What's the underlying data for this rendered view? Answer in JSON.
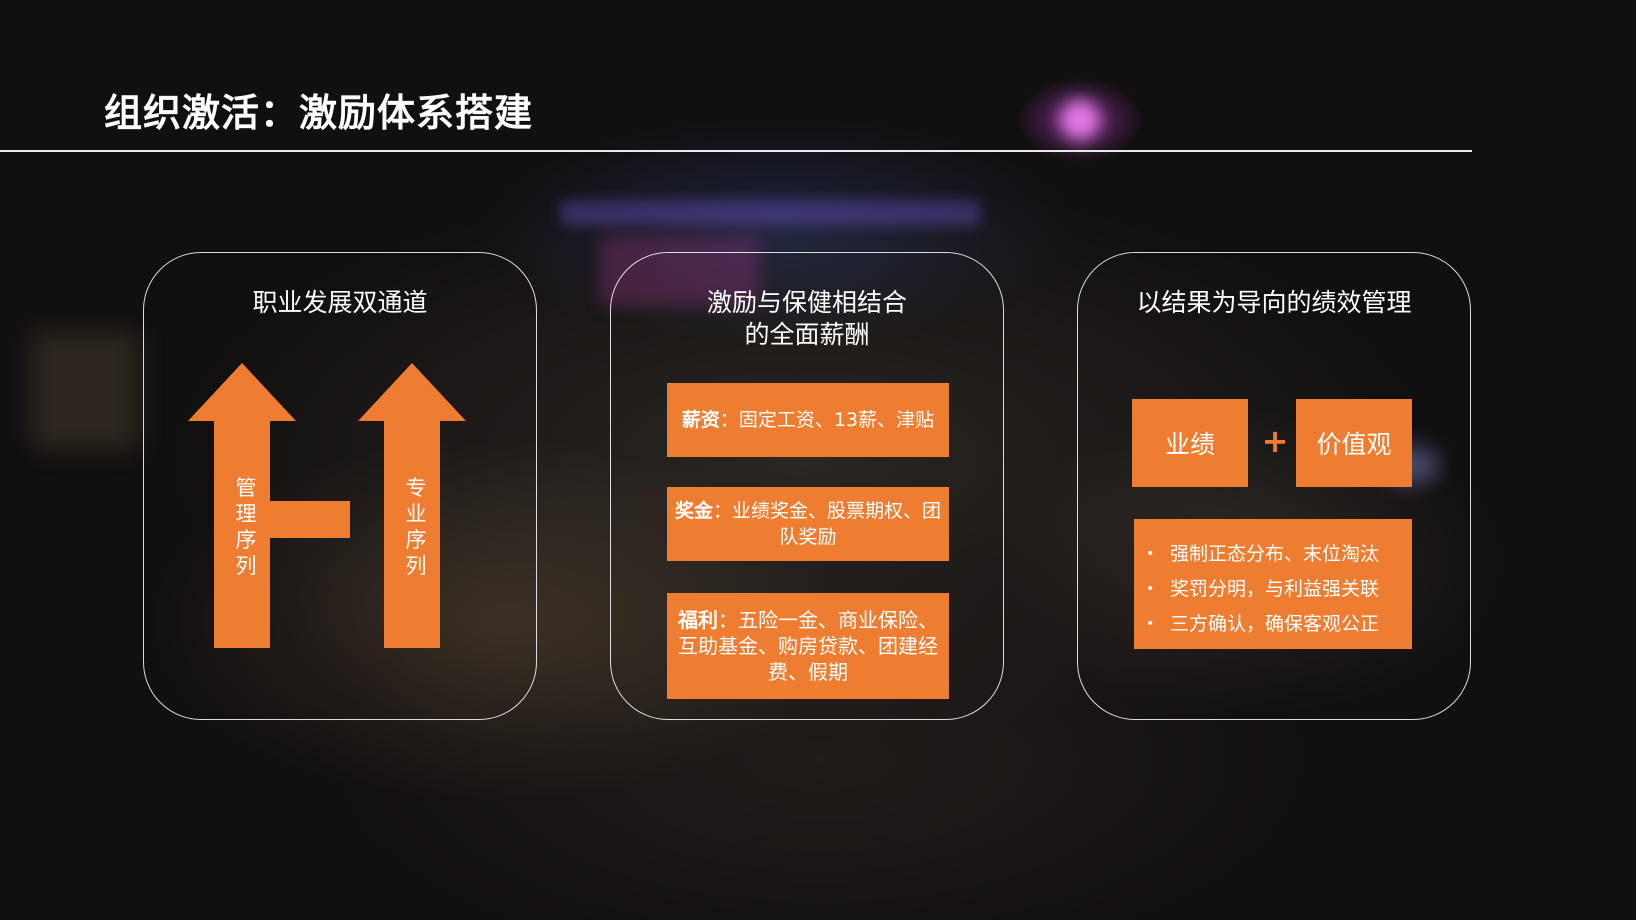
{
  "slide": {
    "title": "组织激活：激励体系搭建",
    "panels": [
      {
        "title": "职业发展双通道",
        "left_track": [
          "管",
          "理",
          "序",
          "列"
        ],
        "right_track": [
          "专",
          "业",
          "序",
          "列"
        ]
      },
      {
        "title_line1": "激励与保健相结合",
        "title_line2": "的全面薪酬",
        "items": [
          {
            "label": "薪资",
            "text": "：固定工资、13薪、津贴"
          },
          {
            "label": "奖金",
            "text": "：业绩奖金、股票期权、团队奖励"
          },
          {
            "label": "福利",
            "text": "：五险一金、商业保险、互助基金、购房贷款、团建经费、假期"
          }
        ]
      },
      {
        "title": "以结果为导向的绩效管理",
        "box_left": "业绩",
        "plus": "+",
        "box_right": "价值观",
        "bullet_marker": "•",
        "bullets": [
          "强制正态分布、末位淘汰",
          "奖罚分明，与利益强关联",
          "三方确认，确保客观公正"
        ]
      }
    ]
  },
  "colors": {
    "accent": "#ee7d31",
    "text": "#ffffff",
    "background": "#120f10"
  }
}
